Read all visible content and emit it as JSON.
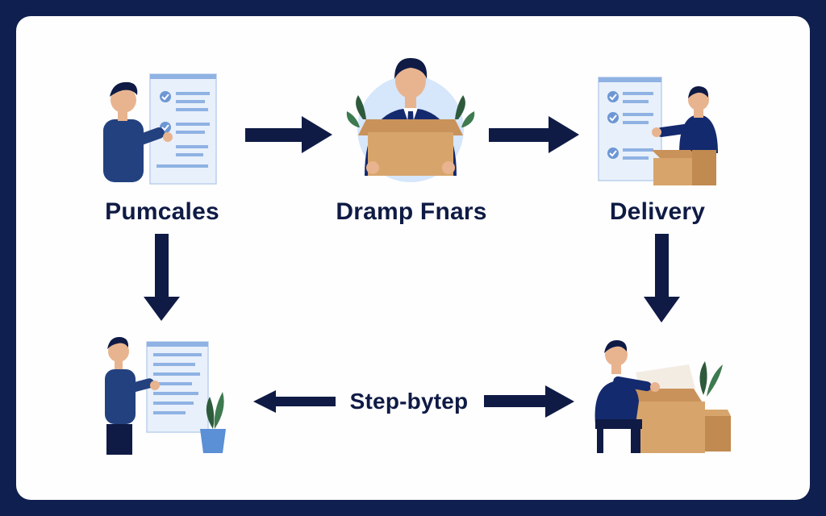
{
  "diagram": {
    "steps": [
      {
        "label": "Pumcales",
        "icon": "person-checklist-icon"
      },
      {
        "label": "Dramp Fnars",
        "icon": "person-holding-box-icon"
      },
      {
        "label": "Delivery",
        "icon": "person-packing-box-icon"
      },
      {
        "label": "",
        "icon": "person-document-plant-icon"
      },
      {
        "label": "",
        "icon": "person-desk-box-icon"
      }
    ],
    "connector_label": "Step-bytep",
    "arrows": [
      {
        "from": "Pumcales",
        "to": "Dramp Fnars",
        "direction": "right"
      },
      {
        "from": "Dramp Fnars",
        "to": "Delivery",
        "direction": "right"
      },
      {
        "from": "Pumcales",
        "to": "lower-left",
        "direction": "down"
      },
      {
        "from": "Delivery",
        "to": "lower-right",
        "direction": "down"
      },
      {
        "from": "Step-bytep",
        "to": "lower-left",
        "direction": "left"
      },
      {
        "from": "Step-bytep",
        "to": "lower-right",
        "direction": "right"
      }
    ]
  },
  "colors": {
    "frame": "#0f1f4f",
    "background": "#fefefe",
    "navy": "#142a6e",
    "arrow": "#0f1b45",
    "paper": "#e8f0fb",
    "paper_line": "#8fb2e3",
    "box": "#d7a56c",
    "skin": "#e8b48f",
    "plant": "#2e5a3c"
  }
}
